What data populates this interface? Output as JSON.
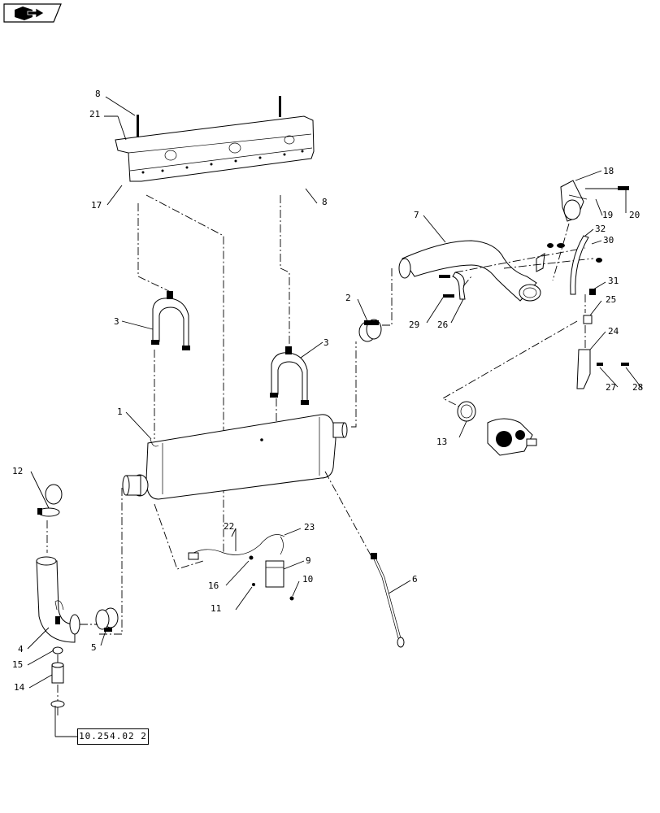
{
  "nav": {
    "icon": "return-arrow-icon"
  },
  "reference": {
    "label": "10.254.02 2"
  },
  "callouts": [
    "1",
    "2",
    "3",
    "3",
    "4",
    "5",
    "6",
    "7",
    "8",
    "8",
    "9",
    "10",
    "11",
    "12",
    "13",
    "14",
    "15",
    "16",
    "17",
    "18",
    "19",
    "20",
    "21",
    "22",
    "23",
    "24",
    "25",
    "26",
    "27",
    "28",
    "29",
    "30",
    "31",
    "32"
  ]
}
